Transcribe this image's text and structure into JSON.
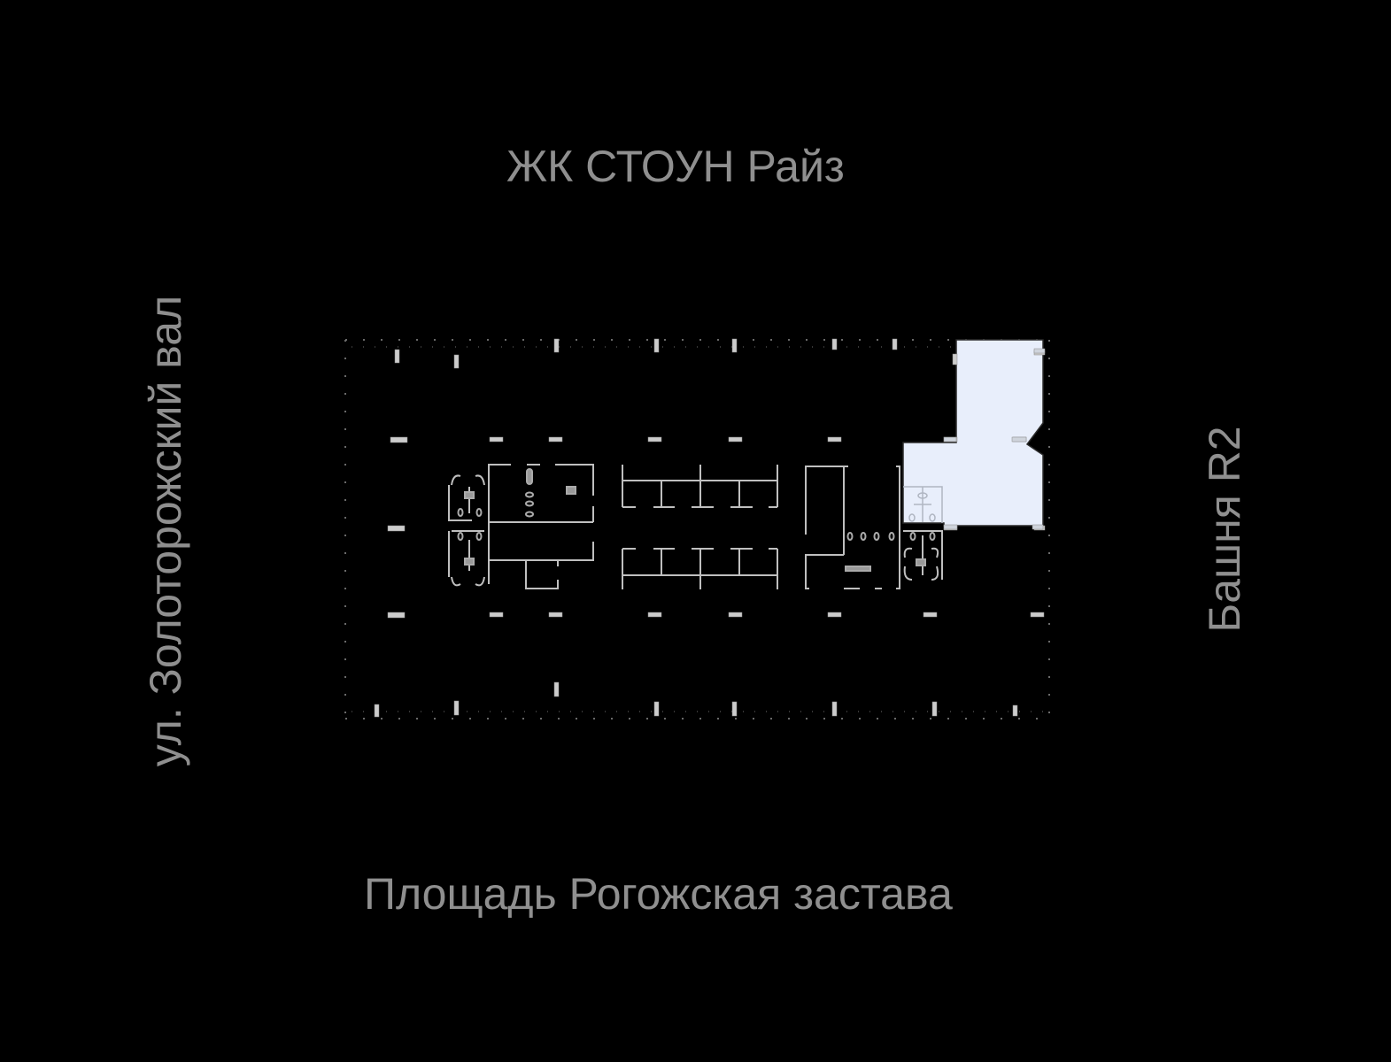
{
  "labels": {
    "north": "ЖК СТОУН Райз",
    "south": "Площадь Рогожская застава",
    "west": "ул. Золоторожский вал",
    "east": "Башня R2"
  },
  "colors": {
    "background": "#000000",
    "label": "#8f8f8f",
    "walls": "#bfbfbf",
    "columns": "#cccccc",
    "selected_unit_fill": "#e8eefb",
    "selected_unit_stroke": "#2a2a2a"
  },
  "plan": {
    "selected_unit": {
      "name": "highlighted-office-unit"
    }
  }
}
